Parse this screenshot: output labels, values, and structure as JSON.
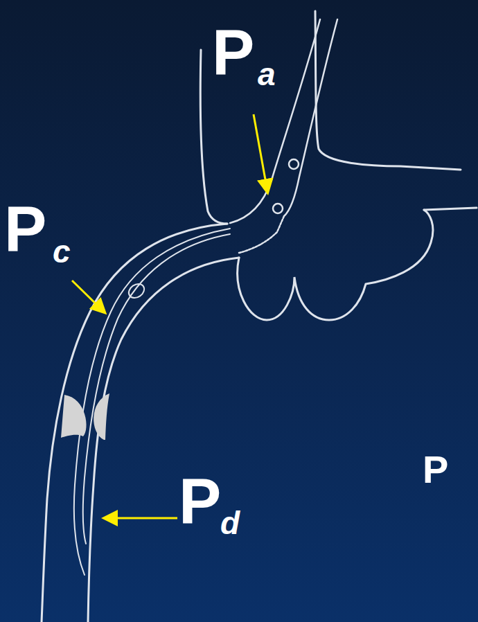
{
  "diagram": {
    "labels": [
      "P",
      "a",
      "P",
      "c",
      "P",
      "d",
      "P"
    ]
  }
}
